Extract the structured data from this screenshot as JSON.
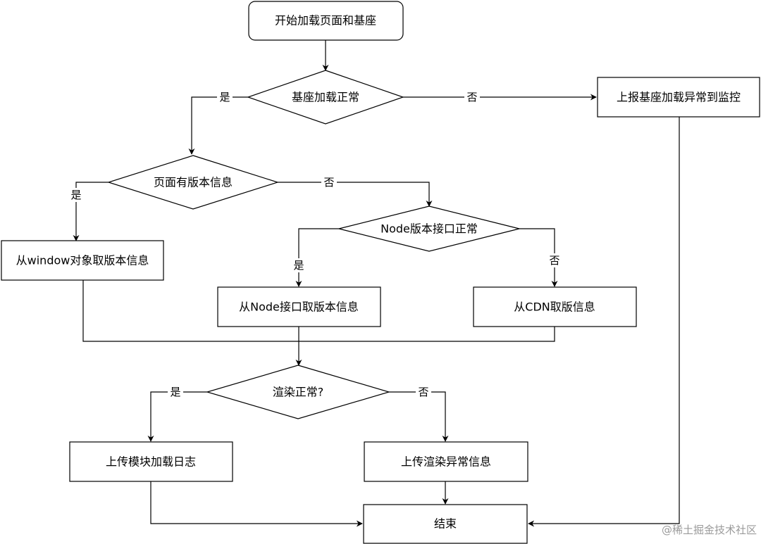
{
  "nodes": {
    "start": "开始加载页面和基座",
    "base_ok": "基座加载正常",
    "report": "上报基座加载异常到监控",
    "has_version": "页面有版本信息",
    "from_window": "从window对象取版本信息",
    "node_ok": "Node版本接口正常",
    "from_node": "从Node接口取版本信息",
    "from_cdn": "从CDN取版信息",
    "render_ok": "渲染正常?",
    "log": "上传模块加载日志",
    "render_err": "上传渲染异常信息",
    "end": "结束"
  },
  "labels": {
    "yes": "是",
    "no": "否"
  },
  "watermark": "@稀土掘金技术社区",
  "colors": {
    "stroke": "#000000",
    "fill": "#ffffff",
    "watermark": "#9a9a9a"
  }
}
